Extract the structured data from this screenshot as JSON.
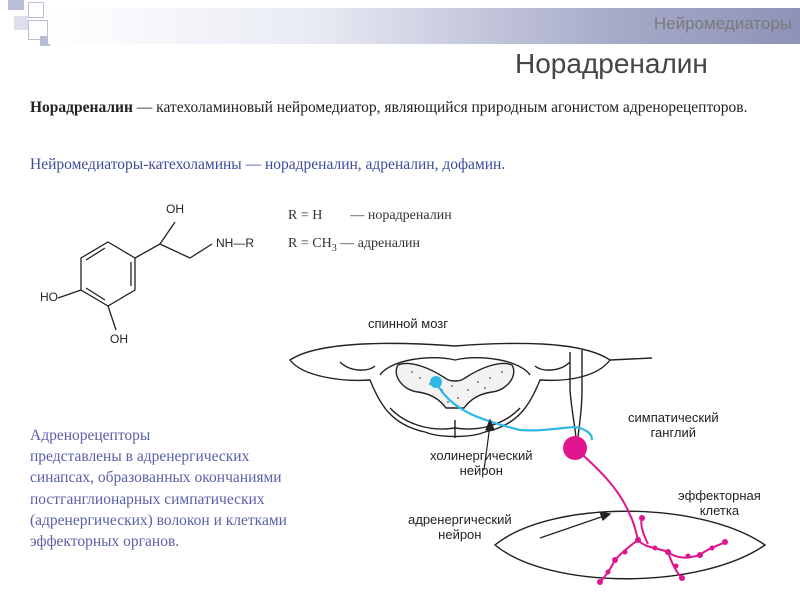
{
  "header": {
    "section_title": "Нейромедиаторы",
    "slide_title": "Норадреналин"
  },
  "definition": {
    "term": "Норадреналин",
    "rest": " — катехоламиновый нейромедиатор, являющийся природным агонистом адренорецепторов."
  },
  "catecholamines_line": "Нейромедиаторы-катехоламины — норадреналин, адреналин, дофамин.",
  "structure": {
    "oh_top": "OH",
    "nh_r": "NH—R",
    "ho_left": "HO",
    "oh_bottom": "OH"
  },
  "r_groups": {
    "r1": "R = H",
    "r1_name": "— норадреналин",
    "r2_prefix": "R = CH",
    "r2_sub": "3",
    "r2_name": " — адреналин"
  },
  "receptors_text": [
    "Адренорецепторы",
    "представлены в адренергических",
    "синапсах, образованных окончаниями",
    "постганглионарных симпатических",
    "(адренергических) волокон и клетками",
    "эффекторных органов."
  ],
  "diagram": {
    "spinal_cord": "спинной мозг",
    "ganglion_1": "симпатический",
    "ganglion_2": "ганглий",
    "cholinergic_1": "холинергический",
    "cholinergic_2": "нейрон",
    "effector_1": "эффекторная",
    "effector_2": "клетка",
    "adrenergic_1": "адренергический",
    "adrenergic_2": "нейрон"
  },
  "colors": {
    "title_bar": "#8e93b8",
    "blue_text": "#5860a6",
    "neuron_cyan": "#2bb8e6",
    "neuron_magenta": "#e0148c"
  }
}
